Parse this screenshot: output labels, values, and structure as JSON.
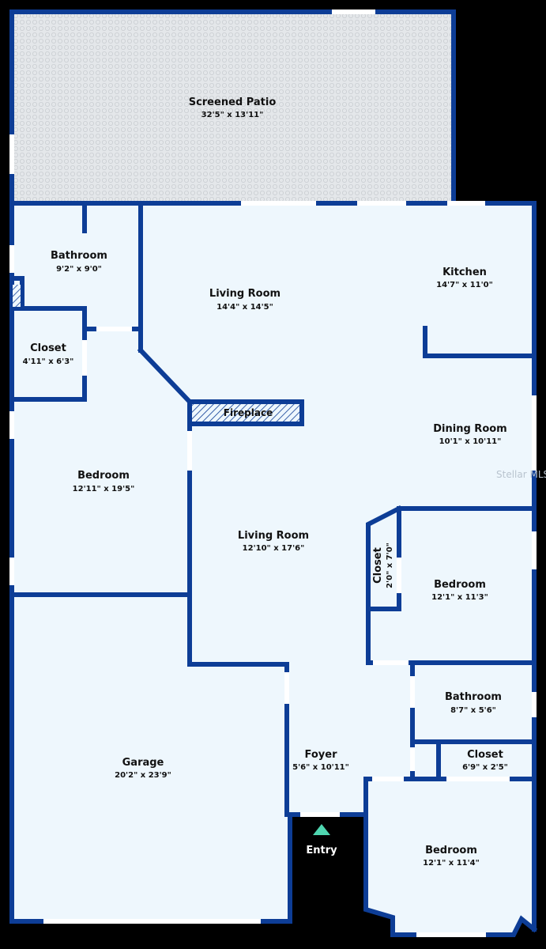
{
  "rooms": {
    "patio": {
      "name": "Screened Patio",
      "dims": "32'5\" x 13'11\""
    },
    "bath_nw": {
      "name": "Bathroom",
      "dims": "9'2\" x 9'0\""
    },
    "living_north": {
      "name": "Living Room",
      "dims": "14'4\" x 14'5\""
    },
    "kitchen": {
      "name": "Kitchen",
      "dims": "14'7\" x 11'0\""
    },
    "closet_nw": {
      "name": "Closet",
      "dims": "4'11\" x 6'3\""
    },
    "dining": {
      "name": "Dining Room",
      "dims": "10'1\" x 10'11\""
    },
    "bedroom_w": {
      "name": "Bedroom",
      "dims": "12'11\" x 19'5\""
    },
    "living_main": {
      "name": "Living Room",
      "dims": "12'10\" x 17'6\""
    },
    "closet_e": {
      "name": "Closet",
      "dims": "2'0\" x 7'0\""
    },
    "bedroom_e": {
      "name": "Bedroom",
      "dims": "12'1\" x 11'3\""
    },
    "bath_e": {
      "name": "Bathroom",
      "dims": "8'7\" x 5'6\""
    },
    "garage": {
      "name": "Garage",
      "dims": "20'2\" x 23'9\""
    },
    "foyer": {
      "name": "Foyer",
      "dims": "5'6\" x 10'11\""
    },
    "closet_se": {
      "name": "Closet",
      "dims": "6'9\" x 2'5\""
    },
    "bedroom_se": {
      "name": "Bedroom",
      "dims": "12'1\" x 11'4\""
    }
  },
  "fireplace_label": "Fireplace",
  "entry_label": "Entry",
  "watermark": "Stellar MLS",
  "colors": {
    "wall": "#0d3d96",
    "floor": "#eef7fd",
    "patio_floor": "#e3e6e9",
    "background": "#000000",
    "entry_arrow": "#4fd6b0",
    "window": "#ffffff"
  }
}
